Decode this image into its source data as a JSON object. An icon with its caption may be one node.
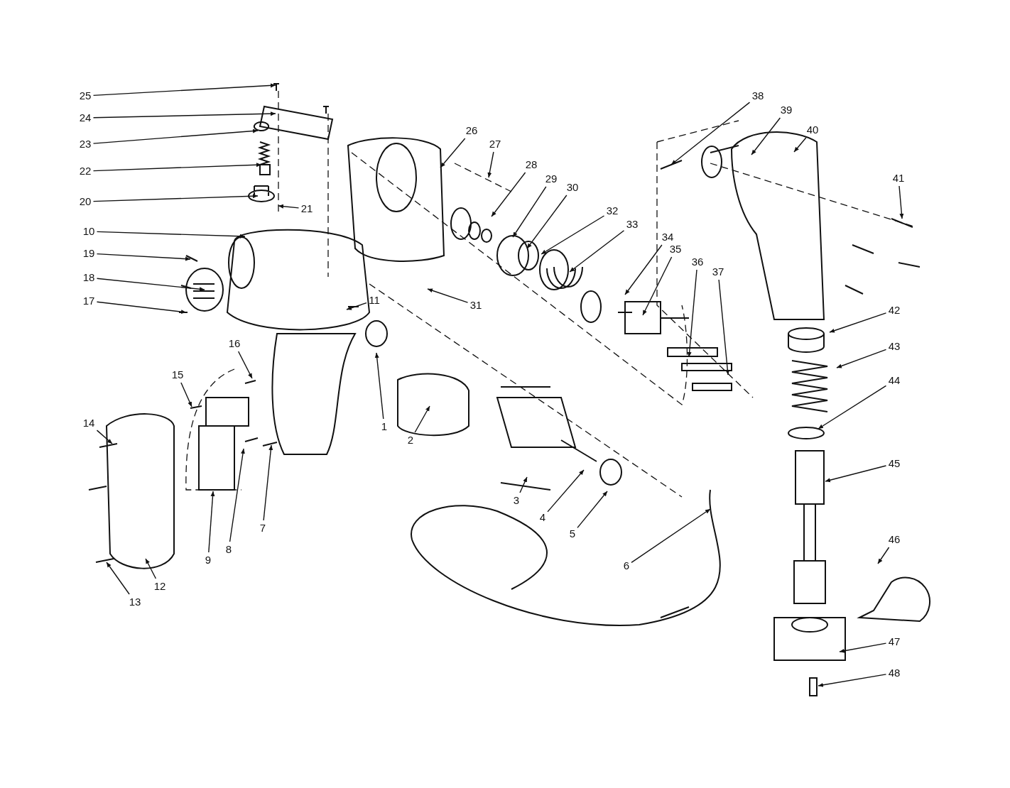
{
  "diagram": {
    "nodes": [
      {
        "text": [
          "1"
        ]
      },
      {
        "text": [
          "2"
        ]
      },
      {
        "text": [
          "3"
        ]
      },
      {
        "text": [
          "4"
        ]
      },
      {
        "text": [
          "5"
        ]
      },
      {
        "text": [
          "6"
        ]
      },
      {
        "text": [
          "7"
        ]
      },
      {
        "text": [
          "8"
        ]
      },
      {
        "text": [
          "9"
        ]
      },
      {
        "text": [
          "10"
        ]
      },
      {
        "text": [
          "11"
        ]
      },
      {
        "text": [
          "12"
        ]
      },
      {
        "text": [
          "13"
        ]
      },
      {
        "text": [
          "14"
        ]
      },
      {
        "text": [
          "15"
        ]
      },
      {
        "text": [
          "16"
        ]
      },
      {
        "text": [
          "17"
        ]
      },
      {
        "text": [
          "18"
        ]
      },
      {
        "text": [
          "19"
        ]
      },
      {
        "text": [
          "20"
        ]
      },
      {
        "text": [
          "21"
        ]
      },
      {
        "text": [
          "22"
        ]
      },
      {
        "text": [
          "23"
        ]
      },
      {
        "text": [
          "24"
        ]
      },
      {
        "text": [
          "25"
        ]
      },
      {
        "text": [
          "26"
        ]
      },
      {
        "text": [
          "27"
        ]
      },
      {
        "text": [
          "28"
        ]
      },
      {
        "text": [
          "29"
        ]
      },
      {
        "text": [
          "30"
        ]
      },
      {
        "text": [
          "31"
        ]
      },
      {
        "text": [
          "32"
        ]
      },
      {
        "text": [
          "33"
        ]
      },
      {
        "text": [
          "34"
        ]
      },
      {
        "text": [
          "35"
        ]
      },
      {
        "text": [
          "36"
        ]
      },
      {
        "text": [
          "37"
        ]
      },
      {
        "text": [
          "38"
        ]
      },
      {
        "text": [
          "39"
        ]
      },
      {
        "text": [
          "40"
        ]
      },
      {
        "text": [
          "41"
        ]
      },
      {
        "text": [
          "42"
        ]
      },
      {
        "text": [
          "43"
        ]
      },
      {
        "text": [
          "44"
        ]
      },
      {
        "text": [
          "45"
        ]
      },
      {
        "text": [
          "46"
        ]
      },
      {
        "text": [
          "47"
        ]
      },
      {
        "text": [
          "48"
        ]
      }
    ],
    "edges": [
      {
        "from": 0,
        "to": null,
        "arrow": "to"
      },
      {
        "from": 1,
        "to": null,
        "arrow": "to"
      },
      {
        "from": 2,
        "to": null,
        "arrow": "to"
      },
      {
        "from": 3,
        "to": null,
        "arrow": "to"
      },
      {
        "from": 4,
        "to": null,
        "arrow": "to"
      },
      {
        "from": 5,
        "to": null,
        "arrow": "to"
      },
      {
        "from": 6,
        "to": null,
        "arrow": "to"
      },
      {
        "from": 7,
        "to": null,
        "arrow": "to"
      },
      {
        "from": 8,
        "to": null,
        "arrow": "to"
      },
      {
        "from": 9,
        "to": null,
        "arrow": "to"
      },
      {
        "from": 10,
        "to": null,
        "arrow": "to"
      },
      {
        "from": 11,
        "to": null,
        "arrow": "to"
      },
      {
        "from": 12,
        "to": null,
        "arrow": "to"
      },
      {
        "from": 13,
        "to": null,
        "arrow": "to"
      },
      {
        "from": 14,
        "to": null,
        "arrow": "to"
      },
      {
        "from": 15,
        "to": null,
        "arrow": "to"
      },
      {
        "from": 16,
        "to": null,
        "arrow": "to"
      },
      {
        "from": 17,
        "to": null,
        "arrow": "to"
      },
      {
        "from": 18,
        "to": null,
        "arrow": "to"
      },
      {
        "from": 19,
        "to": null,
        "arrow": "to"
      },
      {
        "from": 20,
        "to": null,
        "arrow": "to"
      },
      {
        "from": 21,
        "to": null,
        "arrow": "to"
      },
      {
        "from": 22,
        "to": null,
        "arrow": "to"
      },
      {
        "from": 23,
        "to": null,
        "arrow": "to"
      },
      {
        "from": 24,
        "to": null,
        "arrow": "to"
      },
      {
        "from": 25,
        "to": null,
        "arrow": "to"
      },
      {
        "from": 26,
        "to": null,
        "arrow": "to"
      },
      {
        "from": 27,
        "to": null,
        "arrow": "to"
      },
      {
        "from": 28,
        "to": null,
        "arrow": "to"
      },
      {
        "from": 29,
        "to": null,
        "arrow": "to"
      },
      {
        "from": 30,
        "to": null,
        "arrow": "to"
      },
      {
        "from": 31,
        "to": null,
        "arrow": "to"
      },
      {
        "from": 32,
        "to": null,
        "arrow": "to"
      },
      {
        "from": 33,
        "to": null,
        "arrow": "to"
      },
      {
        "from": 34,
        "to": null,
        "arrow": "to"
      },
      {
        "from": 35,
        "to": null,
        "arrow": "to"
      },
      {
        "from": 36,
        "to": null,
        "arrow": "to"
      },
      {
        "from": 37,
        "to": null,
        "arrow": "to"
      },
      {
        "from": 38,
        "to": null,
        "arrow": "to"
      },
      {
        "from": 39,
        "to": null,
        "arrow": "to"
      },
      {
        "from": 40,
        "to": null,
        "arrow": "to"
      },
      {
        "from": 41,
        "to": null,
        "arrow": "to"
      },
      {
        "from": 42,
        "to": null,
        "arrow": "to"
      },
      {
        "from": 43,
        "to": null,
        "arrow": "to"
      },
      {
        "from": 44,
        "to": null,
        "arrow": "to"
      },
      {
        "from": 45,
        "to": null,
        "arrow": "to"
      },
      {
        "from": 46,
        "to": null,
        "arrow": "to"
      },
      {
        "from": 47,
        "to": null,
        "arrow": "to"
      }
    ]
  }
}
